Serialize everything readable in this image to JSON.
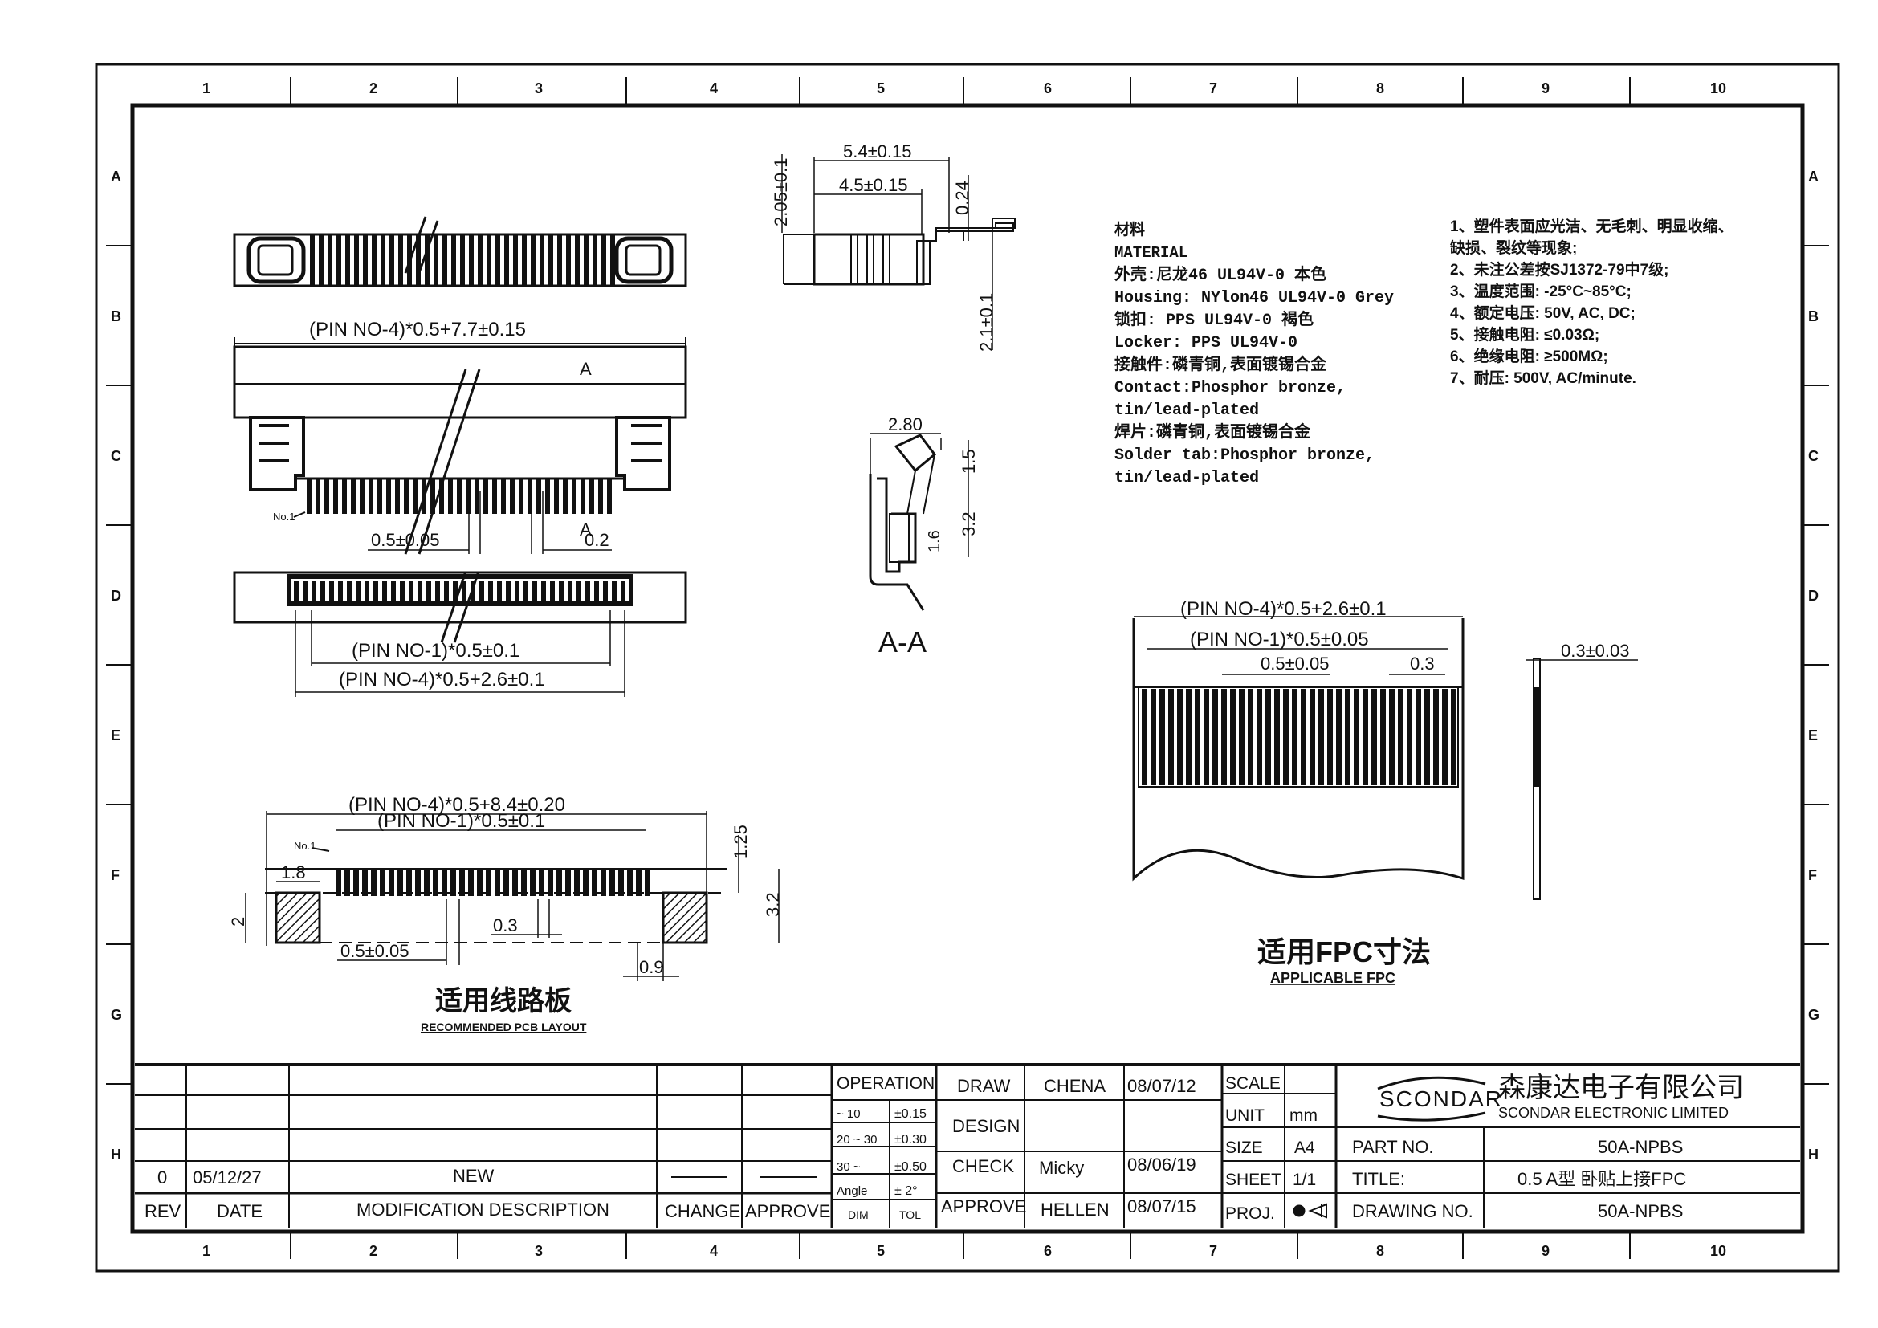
{
  "columns": [
    "1",
    "2",
    "3",
    "4",
    "5",
    "6",
    "7",
    "8",
    "9",
    "10"
  ],
  "rows": [
    "A",
    "B",
    "C",
    "D",
    "E",
    "F",
    "G",
    "H"
  ],
  "views": {
    "top_dim_a": "5.4±0.15",
    "top_dim_b": "4.5±0.15",
    "top_dim_h": "2.05±0.1",
    "top_dim_t": "0.24",
    "top_dim_r": "2.1±0.1",
    "main_overall": "(PIN  NO-4)*0.5+7.7±0.15",
    "main_a_label": "A",
    "main_no1": "No.1",
    "main_pitch": "0.5±0.05",
    "main_pin": "0.2",
    "main_span1": "(PIN  NO-1)*0.5±0.1",
    "main_span2": "(PIN  NO-4)*0.5+2.6±0.1",
    "aa_w": "2.80",
    "aa_h1": "1.5",
    "aa_h2": "3.2",
    "aa_h3": "1.6",
    "aa_title": "A-A",
    "pcb_overall": "(PIN  NO-4)*0.5+8.4±0.20",
    "pcb_span": "(PIN  NO-1)*0.5±0.1",
    "pcb_no1": "No.1",
    "pcb_18": "1.8",
    "pcb_125": "1.25",
    "pcb_2": "2",
    "pcb_32": "3.2",
    "pcb_03": "0.3",
    "pcb_pitch": "0.5±0.05",
    "pcb_09": "0.9",
    "pcb_title_cn": "适用线路板",
    "pcb_title_en": "RECOMMENDED PCB LAYOUT",
    "fpc_overall": "(PIN  NO-4)*0.5+2.6±0.1",
    "fpc_span": "(PIN  NO-1)*0.5±0.05",
    "fpc_pitch": "0.5±0.05",
    "fpc_03": "0.3",
    "fpc_thick": "0.3±0.03",
    "fpc_title_cn": "适用FPC寸法",
    "fpc_title_en": "APPLICABLE FPC"
  },
  "material": [
    "材料",
    "MATERIAL",
    "外壳:尼龙46 UL94V-0 本色",
    "Housing: NYlon46 UL94V-0 Grey",
    "锁扣: PPS UL94V-0 褐色",
    "Locker: PPS  UL94V-0",
    "接触件:磷青铜,表面镀锡合金",
    "Contact:Phosphor  bronze,",
    "tin/lead-plated",
    "焊片:磷青铜,表面镀锡合金",
    "Solder tab:Phosphor bronze,",
    "tin/lead-plated"
  ],
  "notes": [
    "1、塑件表面应光洁、无毛刺、明显收缩、",
    "   缺损、裂纹等现象;",
    "2、未注公差按SJ1372-79中7级;",
    "3、温度范围: -25°C~85°C;",
    "4、额定电压: 50V, AC, DC;",
    "5、接触电阻: ≤0.03Ω;",
    "6、绝缘电阻: ≥500MΩ;",
    "7、耐压: 500V, AC/minute."
  ],
  "title_block": {
    "rev_value": "0",
    "date_value": "05/12/27",
    "mod_value": "NEW",
    "rev_label": "REV",
    "date_label": "DATE",
    "mod_label": "MODIFICATION  DESCRIPTION",
    "change_label": "CHANGE",
    "approve_label": "APPROVE",
    "operation": "OPERATION",
    "tol_rows": [
      {
        "range": "~ 10",
        "tol": "±0.15"
      },
      {
        "range": "20 ~ 30",
        "tol": "±0.30"
      },
      {
        "range": "30 ~",
        "tol": "±0.50"
      },
      {
        "range": "Angle",
        "tol": "± 2°"
      }
    ],
    "dim_label": "DIM",
    "tol_label": "TOL",
    "draw": "DRAW",
    "draw_name": "CHENA",
    "draw_date": "08/07/12",
    "design": "DESIGN",
    "check": "CHECK",
    "check_name": "Micky",
    "check_date": "08/06/19",
    "approve": "APPROVE",
    "approve_name": "HELLEN",
    "approve_date": "08/07/15",
    "scale": "SCALE",
    "unit": "UNIT",
    "unit_value": "mm",
    "size": "SIZE",
    "size_value": "A4",
    "sheet": "SHEET",
    "sheet_value": "1/1",
    "proj": "PROJ.",
    "logo_text": "SCONDAR",
    "company_cn": "森康达电子有限公司",
    "company_en": "SCONDAR  ELECTRONIC  LIMITED",
    "part_no_label": "PART  NO.",
    "part_no": "50A-NPBS",
    "title_label": "TITLE:",
    "title_value": "0.5  A型  卧贴上接FPC",
    "drawing_no_label": "DRAWING  NO.",
    "drawing_no": "50A-NPBS"
  }
}
